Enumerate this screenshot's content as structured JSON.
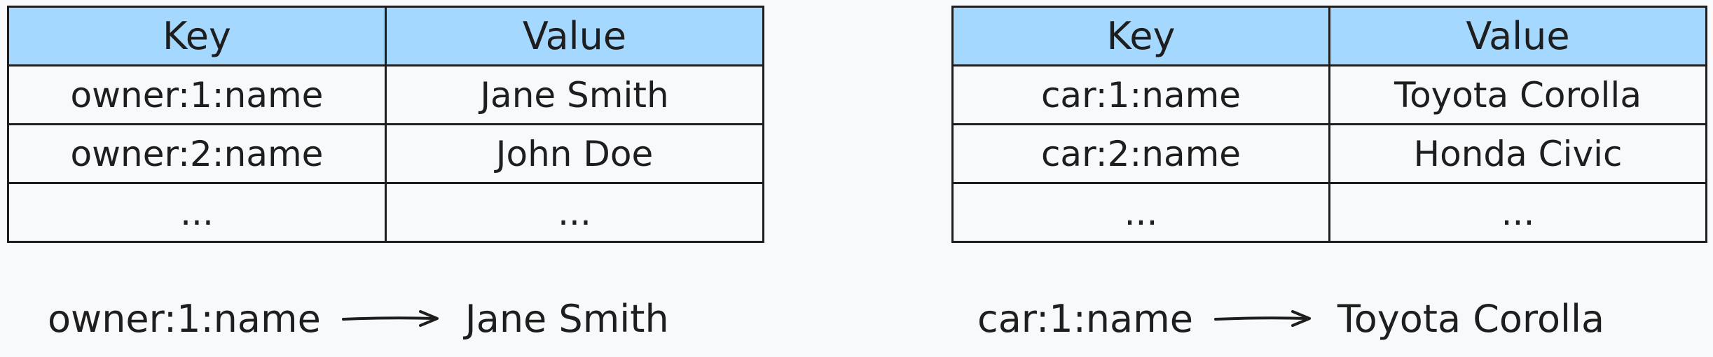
{
  "owners_table": {
    "headers": [
      "Key",
      "Value"
    ],
    "rows": [
      [
        "owner:1:name",
        "Jane Smith"
      ],
      [
        "owner:2:name",
        "John Doe"
      ],
      [
        "...",
        "..."
      ]
    ]
  },
  "cars_table": {
    "headers": [
      "Key",
      "Value"
    ],
    "rows": [
      [
        "car:1:name",
        "Toyota Corolla"
      ],
      [
        "car:2:name",
        "Honda Civic"
      ],
      [
        "...",
        "..."
      ]
    ]
  },
  "lookups": [
    {
      "key": "owner:1:name",
      "value": "Jane Smith",
      "icon": "arrow-right-icon"
    },
    {
      "key": "car:1:name",
      "value": "Toyota Corolla",
      "icon": "arrow-right-icon"
    }
  ],
  "colors": {
    "header_fill": "#a5d8ff",
    "stroke": "#1e1e1e",
    "background": "#f8f9fb"
  }
}
